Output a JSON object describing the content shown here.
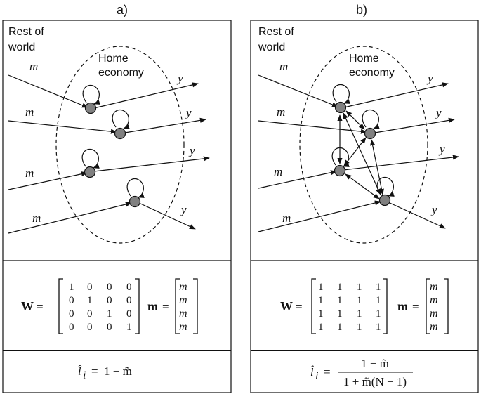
{
  "panels": [
    {
      "label": "a)",
      "region_rest": "Rest of world",
      "region_rest_lines": [
        "Rest of",
        "world"
      ],
      "region_home_lines": [
        "Home",
        "economy"
      ],
      "input_label": "m",
      "output_label": "y",
      "connections": "self-loops only",
      "matrix_w_name": "W",
      "matrix_w": [
        [
          "1",
          "0",
          "0",
          "0"
        ],
        [
          "0",
          "1",
          "0",
          "0"
        ],
        [
          "0",
          "0",
          "1",
          "0"
        ],
        [
          "0",
          "0",
          "0",
          "1"
        ]
      ],
      "vector_m_name": "m",
      "vector_m": [
        "m",
        "m",
        "m",
        "m"
      ],
      "formula": {
        "lhs_symbol": "l̂",
        "lhs_sub": "i",
        "equals": "=",
        "rhs": "1 − m̃"
      }
    },
    {
      "label": "b)",
      "region_rest": "Rest of world",
      "region_rest_lines": [
        "Rest of",
        "world"
      ],
      "region_home_lines": [
        "Home",
        "economy"
      ],
      "input_label": "m",
      "output_label": "y",
      "connections": "all-to-all",
      "matrix_w_name": "W",
      "matrix_w": [
        [
          "1",
          "1",
          "1",
          "1"
        ],
        [
          "1",
          "1",
          "1",
          "1"
        ],
        [
          "1",
          "1",
          "1",
          "1"
        ],
        [
          "1",
          "1",
          "1",
          "1"
        ]
      ],
      "vector_m_name": "m",
      "vector_m": [
        "m",
        "m",
        "m",
        "m"
      ],
      "formula": {
        "lhs_symbol": "l̂",
        "lhs_sub": "i",
        "equals": "=",
        "numerator": "1 − m̃",
        "denominator": "1 + m̃(N − 1)"
      }
    }
  ],
  "colors": {
    "node_fill": "#808080",
    "stroke": "#111111",
    "background": "#ffffff"
  }
}
